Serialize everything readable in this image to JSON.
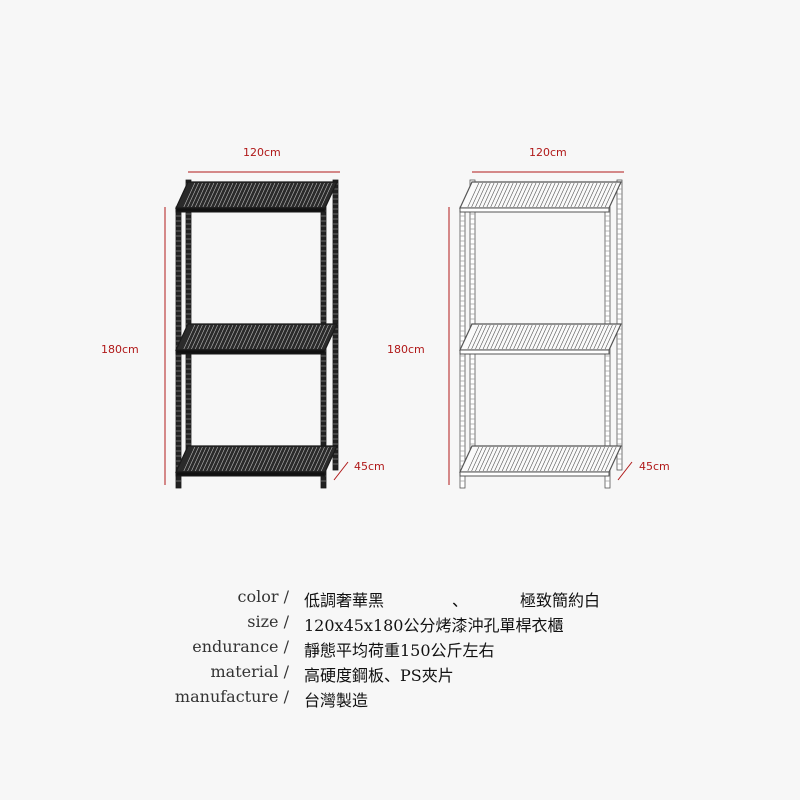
{
  "colors": {
    "dimension": "#b01818",
    "black_rack": "#1a1a1a",
    "white_rack": "#555555",
    "background": "#f7f7f7"
  },
  "left_rack": {
    "width_label": "120cm",
    "height_label": "180cm",
    "depth_label": "45cm"
  },
  "right_rack": {
    "width_label": "120cm",
    "height_label": "180cm",
    "depth_label": "45cm"
  },
  "specs": {
    "color": {
      "label": "color /",
      "value_a": "低調奢華黑",
      "separator": "、",
      "value_b": "極致簡約白"
    },
    "size": {
      "label": "size /",
      "value": "120x45x180公分烤漆沖孔單桿衣櫃"
    },
    "endurance": {
      "label": "endurance /",
      "value": "靜態平均荷重150公斤左右"
    },
    "material": {
      "label": "material /",
      "value": "高硬度鋼板、PS夾片"
    },
    "manufacture": {
      "label": "manufacture /",
      "value": "台灣製造"
    }
  }
}
